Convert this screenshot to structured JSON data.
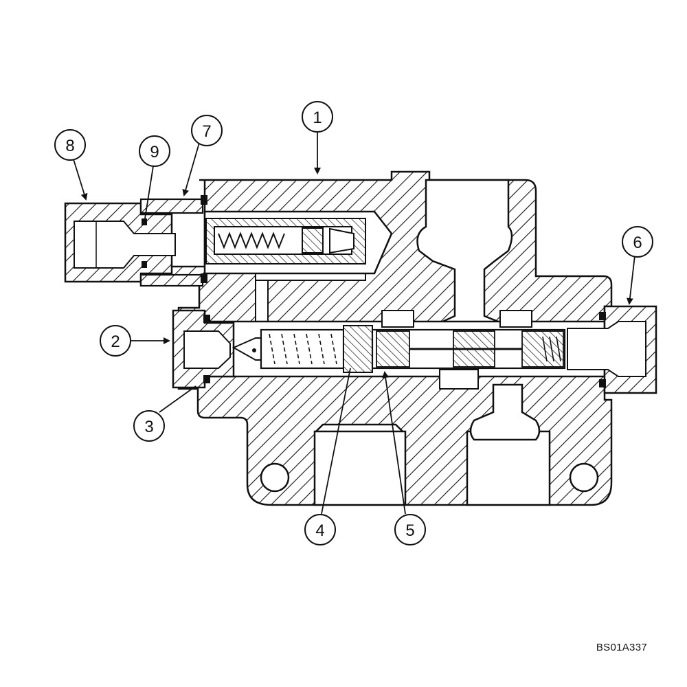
{
  "figure_code": "BS01A337",
  "callouts": [
    {
      "id": "1",
      "label": "1"
    },
    {
      "id": "2",
      "label": "2"
    },
    {
      "id": "3",
      "label": "3"
    },
    {
      "id": "4",
      "label": "4"
    },
    {
      "id": "5",
      "label": "5"
    },
    {
      "id": "6",
      "label": "6"
    },
    {
      "id": "7",
      "label": "7"
    },
    {
      "id": "8",
      "label": "8"
    },
    {
      "id": "9",
      "label": "9"
    }
  ]
}
